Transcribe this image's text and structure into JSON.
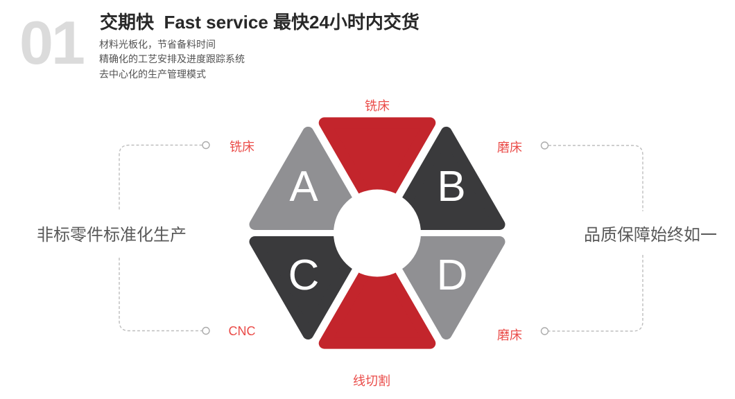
{
  "header": {
    "number": "01",
    "title": "交期快  Fast service 最快24小时内交货",
    "subtitles": "材料光板化，节省备料时间\n精确化的工艺安排及进度跟踪系统\n去中心化的生产管理模式"
  },
  "diagram": {
    "segments": [
      {
        "position": "top",
        "color_name": "red",
        "label": "铣床"
      },
      {
        "position": "upper-left",
        "color_name": "gray",
        "letter": "A",
        "label": "铣床"
      },
      {
        "position": "upper-right",
        "color_name": "dark",
        "letter": "B",
        "label": "磨床"
      },
      {
        "position": "lower-left",
        "color_name": "dark",
        "letter": "C",
        "label": "CNC"
      },
      {
        "position": "lower-right",
        "color_name": "gray",
        "letter": "D",
        "label": "磨床"
      },
      {
        "position": "bottom",
        "color_name": "red",
        "label": "线切割"
      }
    ]
  },
  "side_text_left": "非标零件标准化生产",
  "side_text_right": "品质保障始终如一",
  "colors": {
    "tri_red": "#C3252C",
    "tri_dark": "#3A3A3C",
    "tri_gray": "#909093",
    "label_red": "#EA4B48",
    "side_text": "#595959",
    "title": "#282828",
    "subtitle": "#525252",
    "number": "#DBDBDB",
    "dash": "#BDBDBD",
    "ring": "#ABABAB"
  }
}
